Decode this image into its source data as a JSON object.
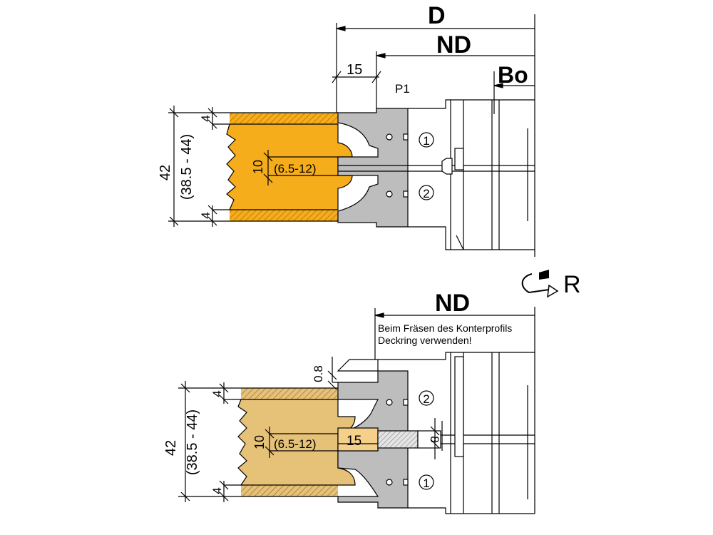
{
  "top": {
    "label_D": "D",
    "label_ND": "ND",
    "label_Bo": "Bo",
    "dim_15": "15",
    "label_P1": "P1",
    "dim_total": "42",
    "dim_range": "(38.5 - 44)",
    "dim_4_top": "4",
    "dim_4_bottom": "4",
    "dim_10": "10",
    "dim_groove": "(6.5-12)",
    "marker_1": "1",
    "marker_2": "2"
  },
  "rotation": {
    "label": "R"
  },
  "bottom": {
    "label_ND": "ND",
    "note_line1": "Beim Fräsen des Konterprofils",
    "note_line2": "Deckring verwenden!",
    "dim_08": "0.8",
    "dim_total": "42",
    "dim_range": "(38.5 - 44)",
    "dim_4_top": "4",
    "dim_4_bottom": "4",
    "dim_10": "10",
    "dim_groove": "(6.5-12)",
    "dim_15": "15",
    "dim_8": "8",
    "marker_2": "2",
    "marker_1": "1"
  },
  "colors": {
    "wood_top": "#f5ad1c",
    "wood_bottom": "#e6c178",
    "cutter": "#bdbdbd",
    "line": "#000000"
  }
}
